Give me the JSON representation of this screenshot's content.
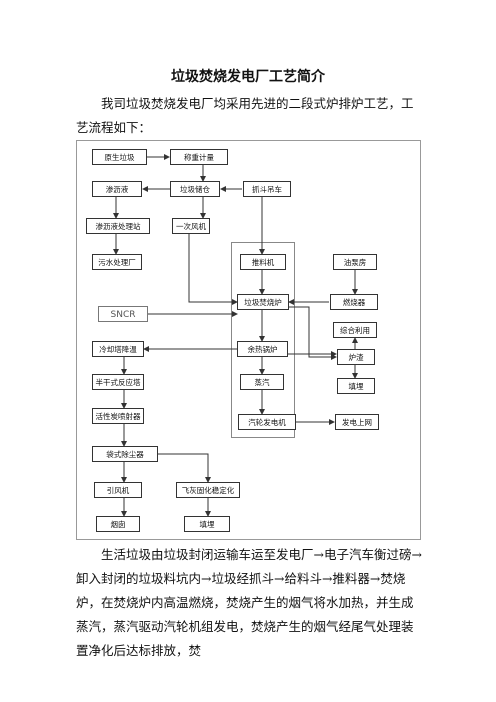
{
  "doc": {
    "title": "垃圾焚烧发电厂工艺简介",
    "intro": "我司垃圾焚烧发电厂均采用先进的二段式炉排炉工艺，工艺流程如下：",
    "body": "生活垃圾由垃圾封闭运输车运至发电厂→电子汽车衡过磅→卸入封闭的垃圾料坑内→垃圾经抓斗→给料斗→推料器→焚烧炉，在焚烧炉内高温燃烧，焚烧产生的烟气将水加热，并生成蒸汽，蒸汽驱动汽轮机组发电，焚烧产生的烟气经尾气处理装置净化后达标排放，焚"
  },
  "flow": {
    "raw_waste": "原生垃圾",
    "weighing": "称重计量",
    "leachate": "渗沥液",
    "storage": "垃圾储仓",
    "grab_crane": "抓斗吊车",
    "leachate_station": "渗沥液处理站",
    "primary_fan": "一次风机",
    "sewage_plant": "污水处理厂",
    "pusher": "推料机",
    "oil_pump": "油泵房",
    "burner": "燃烧器",
    "sncr": "SNCR",
    "incinerator": "垃圾焚烧炉",
    "reuse": "综合利用",
    "cooling_tower": "冷却塔降温",
    "waste_heat_boiler": "余热锅炉",
    "slag": "炉渣",
    "semi_dry_reactor": "半干式反应塔",
    "steam": "蒸汽",
    "landfill": "填埋",
    "carbon_injector": "活性炭喷射器",
    "turbine_generator": "汽轮发电机",
    "grid": "发电上网",
    "bag_filter": "袋式除尘器",
    "induced_fan": "引风机",
    "fly_ash": "飞灰固化稳定化",
    "chimney": "烟囱",
    "landfill2": "填埋"
  }
}
